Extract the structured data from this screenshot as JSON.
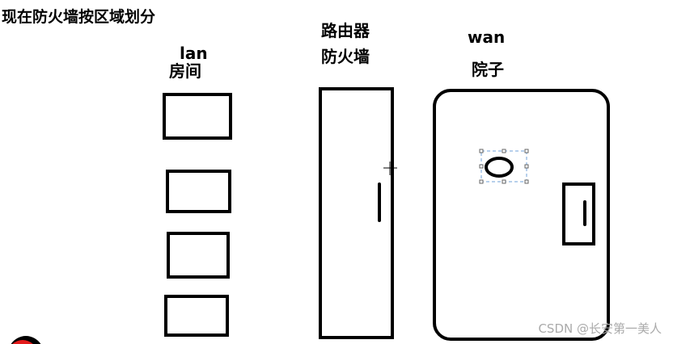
{
  "title": "现在防火墙按区域划分",
  "zones": {
    "lan": {
      "name": "lan",
      "label": "房间"
    },
    "router": {
      "line1": "路由器",
      "line2": "防火墙"
    },
    "wan": {
      "name": "wan",
      "label": "院子"
    }
  },
  "watermark": "CSDN @长安第一美人"
}
